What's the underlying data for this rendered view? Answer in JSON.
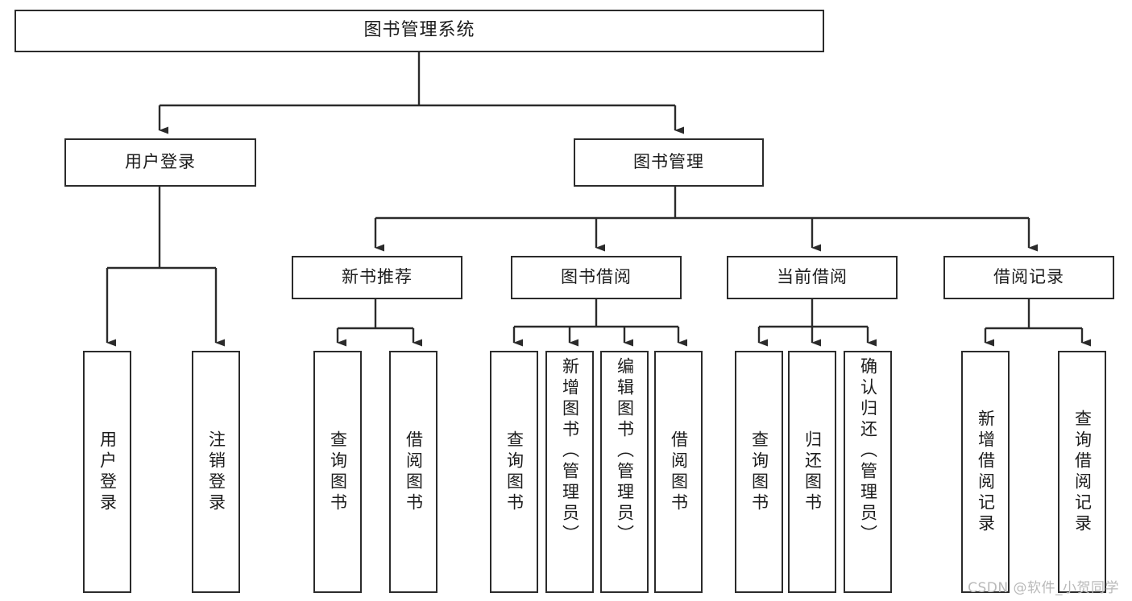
{
  "diagram": {
    "type": "tree-hierarchy-chart",
    "title": "图书管理系统",
    "line_color": "#2b2b2b",
    "box_fill": "#ffffff",
    "text_color": "#1c1c1c",
    "nodes": {
      "root": {
        "label": "图书管理系统"
      },
      "level1": [
        {
          "label": "用户登录"
        },
        {
          "label": "图书管理"
        }
      ],
      "level2": [
        {
          "label": "新书推荐"
        },
        {
          "label": "图书借阅"
        },
        {
          "label": "当前借阅"
        },
        {
          "label": "借阅记录"
        }
      ],
      "login_children": [
        {
          "label": "用户登录"
        },
        {
          "label": "注销登录"
        }
      ],
      "newbook_children": [
        {
          "label": "查询图书"
        },
        {
          "label": "借阅图书"
        }
      ],
      "borrow_children": [
        {
          "label": "查询图书"
        },
        {
          "label": "新增图书（管理员）"
        },
        {
          "label": "编辑图书（管理员）"
        },
        {
          "label": "借阅图书"
        }
      ],
      "current_children": [
        {
          "label": "查询图书"
        },
        {
          "label": "归还图书"
        },
        {
          "label": "确认归还（管理员）"
        }
      ],
      "record_children": [
        {
          "label": "新增借阅记录"
        },
        {
          "label": "查询借阅记录"
        }
      ]
    }
  },
  "watermark": {
    "text": "CSDN @软件_小贺同学"
  }
}
